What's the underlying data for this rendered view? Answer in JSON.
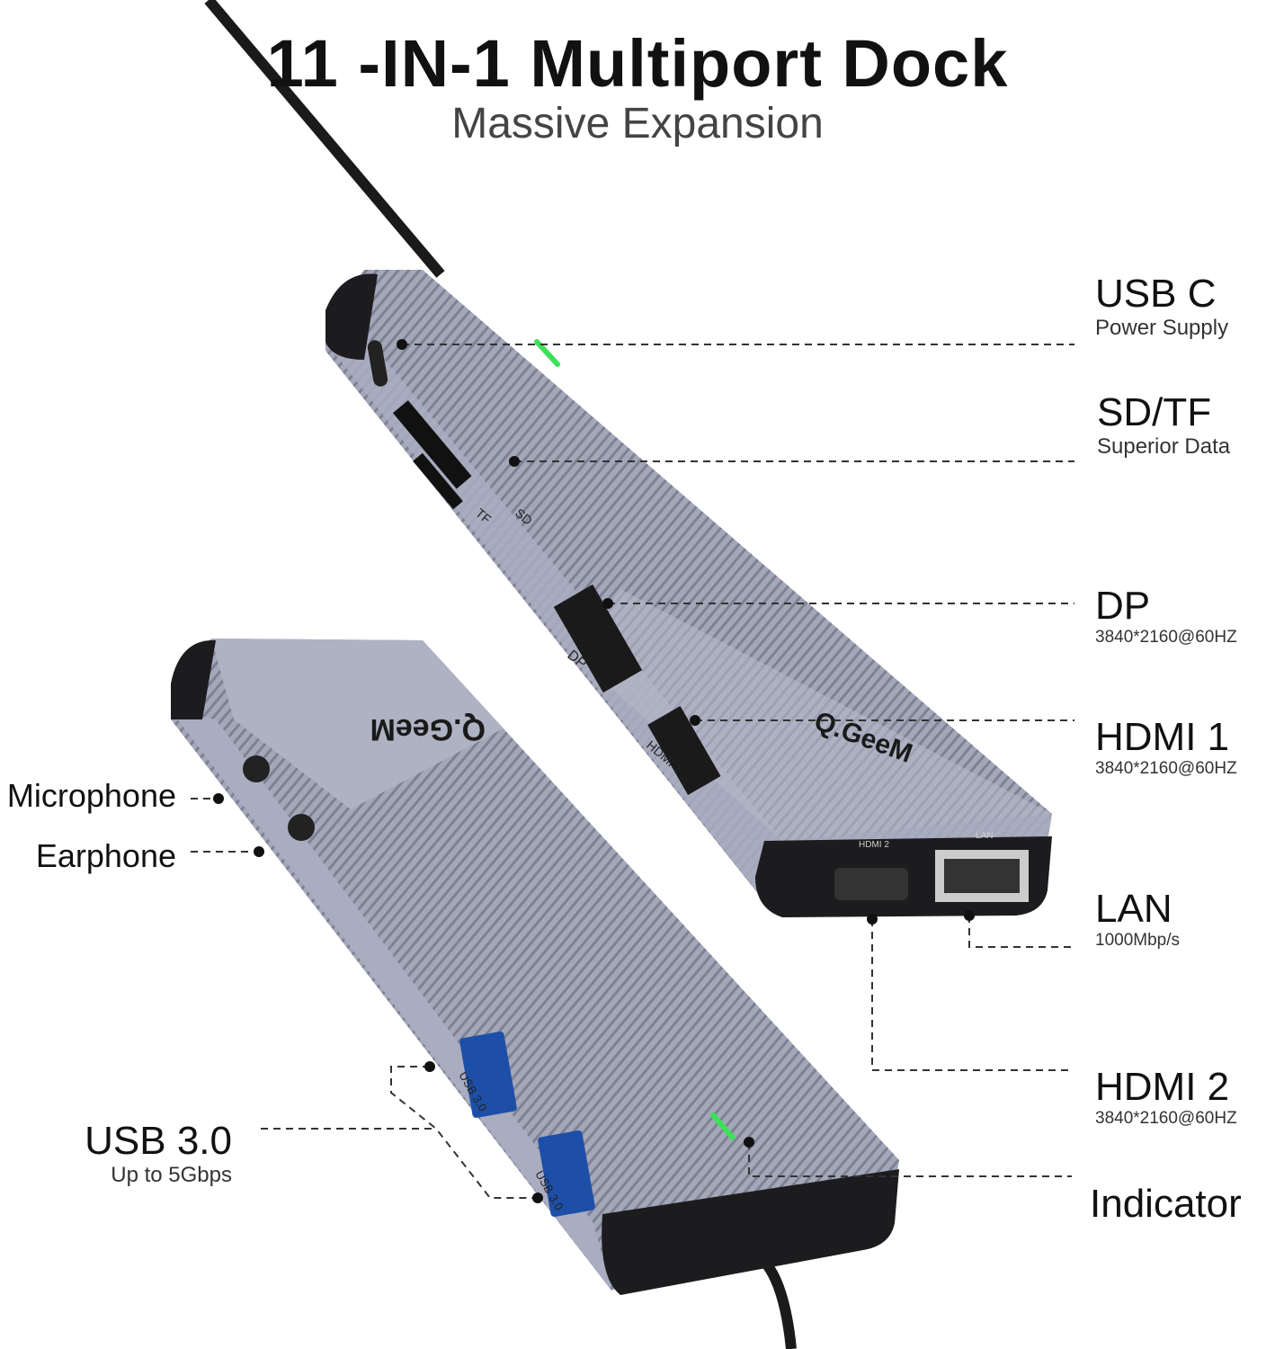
{
  "header": {
    "title": "11 -IN-1 Multiport Dock",
    "subtitle": "Massive Expansion"
  },
  "brand": "Q.GeeM",
  "callouts_right": [
    {
      "label": "USB C",
      "sub": "Power Supply"
    },
    {
      "label": "SD/TF",
      "sub": "Superior Data"
    },
    {
      "label": "DP",
      "sub": "3840*2160@60HZ"
    },
    {
      "label": "HDMI 1",
      "sub": "3840*2160@60HZ"
    },
    {
      "label": "LAN",
      "sub": "1000Mbp/s"
    },
    {
      "label": "HDMI 2",
      "sub": "3840*2160@60HZ"
    },
    {
      "label": "Indicator"
    }
  ],
  "callouts_left": [
    {
      "label": "Microphone"
    },
    {
      "label": "Earphone"
    },
    {
      "label": "USB 3.0",
      "sub": "Up to 5Gbps"
    }
  ],
  "port_markings": {
    "tf": "TF",
    "sd": "SD",
    "dp": "DP",
    "hdmi1": "HDMI 1",
    "hdmi2": "HDMI 2",
    "lan": "LAN",
    "usb_a": "USB 3.0",
    "usb_b": "USB 3.0"
  },
  "colors": {
    "body": "#9ea2b4",
    "indicator": "#3ee05a",
    "caps": "#1c1c1e"
  }
}
